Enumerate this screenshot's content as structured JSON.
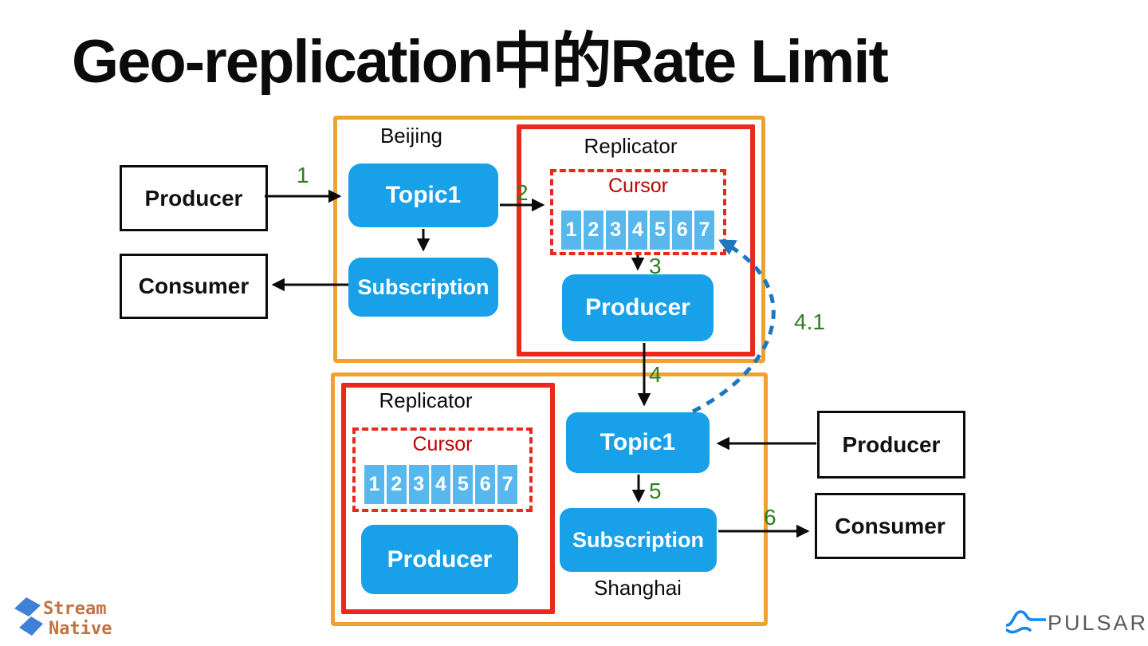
{
  "title": "Geo-replication中的Rate Limit",
  "beijing": {
    "region_label": "Beijing",
    "replicator_label": "Replicator",
    "topic": "Topic1",
    "subscription": "Subscription",
    "cursor_label": "Cursor",
    "cursor_cells": [
      "1",
      "2",
      "3",
      "4",
      "5",
      "6",
      "7"
    ],
    "producer": "Producer"
  },
  "shanghai": {
    "region_label": "Shanghai",
    "replicator_label": "Replicator",
    "topic": "Topic1",
    "subscription": "Subscription",
    "cursor_label": "Cursor",
    "cursor_cells": [
      "1",
      "2",
      "3",
      "4",
      "5",
      "6",
      "7"
    ],
    "producer": "Producer"
  },
  "external": {
    "producer_left": "Producer",
    "consumer_left": "Consumer",
    "producer_right": "Producer",
    "consumer_right": "Consumer"
  },
  "flow_labels": {
    "step1": "1",
    "step2": "2",
    "step3": "3",
    "step4": "4",
    "step4_1": "4.1",
    "step5": "5",
    "step6": "6"
  },
  "logos": {
    "streamnative_line1": "Stream",
    "streamnative_line2": "Native",
    "pulsar": "PULSAR"
  },
  "colors": {
    "node_blue": "#18a0e9",
    "cell_blue": "#58b7ec",
    "region_orange": "#efa230",
    "replicator_red": "#e9291d",
    "cursor_text_red": "#c00000",
    "step_green": "#2e7d1e",
    "dashed_arrow_blue": "#1c77bd",
    "streamnative_blue": "#3e81d6",
    "streamnative_text": "#c07245",
    "pulsar_blue": "#1788e8",
    "pulsar_gray": "#57595d"
  }
}
